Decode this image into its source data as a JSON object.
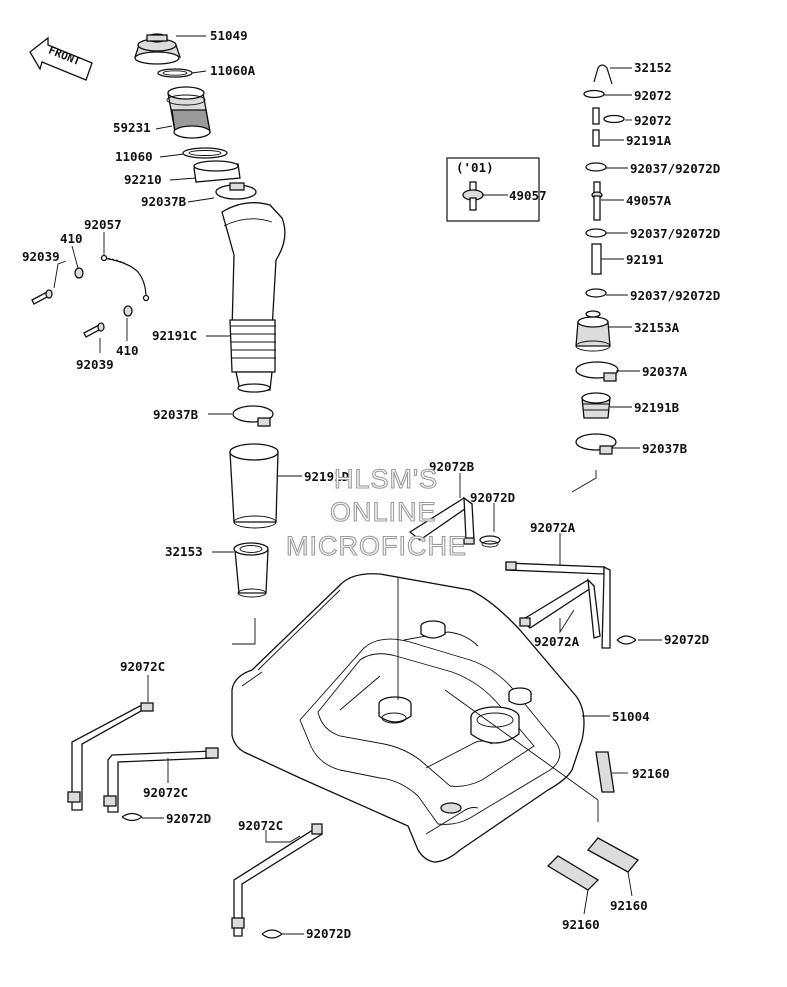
{
  "watermark": {
    "line1": "HLSM'S",
    "line2": "ONLINE",
    "line3": "MICROFICHE"
  },
  "direction_indicator": "FRONT",
  "variant_box_label": "('01)",
  "part_labels": {
    "p51049": "51049",
    "p11060A": "11060A",
    "p59231": "59231",
    "p11060": "11060",
    "p92210": "92210",
    "p92037B_top": "92037B",
    "p92057": "92057",
    "p410_top": "410",
    "p92039_top": "92039",
    "p410_bottom": "410",
    "p92039_bottom": "92039",
    "p92191C": "92191C",
    "p92037B_mid": "92037B",
    "p92191D": "92191D",
    "p32153": "32153",
    "p92072B": "92072B",
    "p92072D_center": "92072D",
    "p92072A_top": "92072A",
    "p92072A_bottom": "92072A",
    "p92072D_right": "92072D",
    "p32152": "32152",
    "p92072_1": "92072",
    "p92072_2": "92072",
    "p92191A": "92191A",
    "p92037_92072D_1": "92037/92072D",
    "p49057": "49057",
    "p49057A": "49057A",
    "p92037_92072D_2": "92037/92072D",
    "p92191": "92191",
    "p92037_92072D_3": "92037/92072D",
    "p32153A": "32153A",
    "p92037A": "92037A",
    "p92191B": "92191B",
    "p92037B_right": "92037B",
    "p51004": "51004",
    "p92160_right": "92160",
    "p92160_bottom_right": "92160",
    "p92160_bottom_left": "92160",
    "p92072C_1": "92072C",
    "p92072C_2": "92072C",
    "p92072D_left": "92072D",
    "p92072C_3": "92072C",
    "p92072D_bottom": "92072D"
  }
}
